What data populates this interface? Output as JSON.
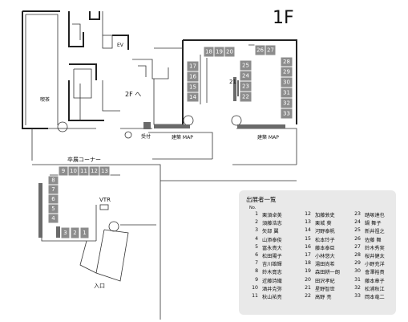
{
  "floor_label": "1F",
  "labels": {
    "ev": "EV",
    "to_2f": "2F へ",
    "kissa": "喫茶",
    "uketsuke": "受付",
    "map_left": "建築 MAP",
    "map_right": "建築 MAP",
    "section": "卒展コーナー",
    "vtr": "VTR",
    "entrance": "入口",
    "marker_21": "21"
  },
  "booths": [
    {
      "id": "1"
    },
    {
      "id": "2"
    },
    {
      "id": "3"
    },
    {
      "id": "4"
    },
    {
      "id": "5"
    },
    {
      "id": "6"
    },
    {
      "id": "7"
    },
    {
      "id": "8"
    },
    {
      "id": "9"
    },
    {
      "id": "10"
    },
    {
      "id": "11"
    },
    {
      "id": "12"
    },
    {
      "id": "13"
    },
    {
      "id": "14"
    },
    {
      "id": "15"
    },
    {
      "id": "16"
    },
    {
      "id": "17"
    },
    {
      "id": "18"
    },
    {
      "id": "19"
    },
    {
      "id": "20"
    },
    {
      "id": "22"
    },
    {
      "id": "23"
    },
    {
      "id": "24"
    },
    {
      "id": "25"
    },
    {
      "id": "26"
    },
    {
      "id": "27"
    },
    {
      "id": "28"
    },
    {
      "id": "29"
    },
    {
      "id": "30"
    },
    {
      "id": "31"
    },
    {
      "id": "32"
    },
    {
      "id": "33"
    }
  ],
  "legend": {
    "title": "出展者一覧",
    "no_label": "No.",
    "entries": [
      {
        "no": "1",
        "name": "栗須卓美"
      },
      {
        "no": "2",
        "name": "須藤浩志"
      },
      {
        "no": "3",
        "name": "矢部 翼"
      },
      {
        "no": "4",
        "name": "山添泰俊"
      },
      {
        "no": "5",
        "name": "冨永貴大"
      },
      {
        "no": "6",
        "name": "松田陽子"
      },
      {
        "no": "7",
        "name": "吉川雄輝"
      },
      {
        "no": "8",
        "name": "鈴木寛志"
      },
      {
        "no": "9",
        "name": "近藤詩織"
      },
      {
        "no": "10",
        "name": "酒井克弥"
      },
      {
        "no": "11",
        "name": "秋山祐亮"
      },
      {
        "no": "12",
        "name": "加藤敦史"
      },
      {
        "no": "13",
        "name": "栗城 葵"
      },
      {
        "no": "14",
        "name": "河野泰帆"
      },
      {
        "no": "15",
        "name": "松本玲子"
      },
      {
        "no": "16",
        "name": "藤本泰巨"
      },
      {
        "no": "17",
        "name": "小林悠大"
      },
      {
        "no": "18",
        "name": "湯田尚希"
      },
      {
        "no": "19",
        "name": "森田耕一朗"
      },
      {
        "no": "20",
        "name": "田沢孝紀"
      },
      {
        "no": "21",
        "name": "星野智世"
      },
      {
        "no": "22",
        "name": "高野 亮"
      },
      {
        "no": "23",
        "name": "踏塚達也"
      },
      {
        "no": "24",
        "name": "鍋 舞子"
      },
      {
        "no": "25",
        "name": "新井祖之"
      },
      {
        "no": "26",
        "name": "佐藤 舞"
      },
      {
        "no": "27",
        "name": "鈴木秀実"
      },
      {
        "no": "28",
        "name": "桜井健太"
      },
      {
        "no": "29",
        "name": "小野充洋"
      },
      {
        "no": "30",
        "name": "會澤裕貴"
      },
      {
        "no": "31",
        "name": "藤本章子"
      },
      {
        "no": "32",
        "name": "松浦秋江"
      },
      {
        "no": "33",
        "name": "岡本竜二"
      }
    ]
  }
}
